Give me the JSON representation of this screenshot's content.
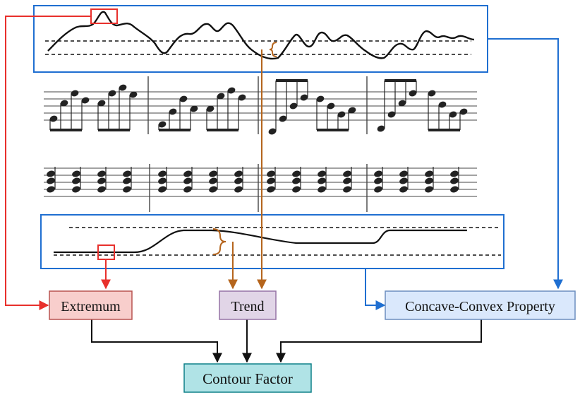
{
  "nodes": {
    "extremum": {
      "label": "Extremum",
      "fill": "#f8cecc",
      "stroke": "#b85450"
    },
    "trend": {
      "label": "Trend",
      "fill": "#e1d5e7",
      "stroke": "#9673a6"
    },
    "concave": {
      "label": "Concave-Convex Property",
      "fill": "#dae8fc",
      "stroke": "#6c8ebf"
    },
    "contour": {
      "label": "Contour Factor",
      "fill": "#b0e3e6",
      "stroke": "#0e8088"
    }
  },
  "colors": {
    "extremum_arrow": "#e8302c",
    "trend_arrow": "#b5651d",
    "concave_arrow": "#1f6fd1",
    "panel_border": "#1f6fd1",
    "merge_arrow": "#111111"
  },
  "score": {
    "melody_staff": "treble staff with beamed sixteenth notes",
    "accompaniment_staff": "staff with block chords"
  }
}
